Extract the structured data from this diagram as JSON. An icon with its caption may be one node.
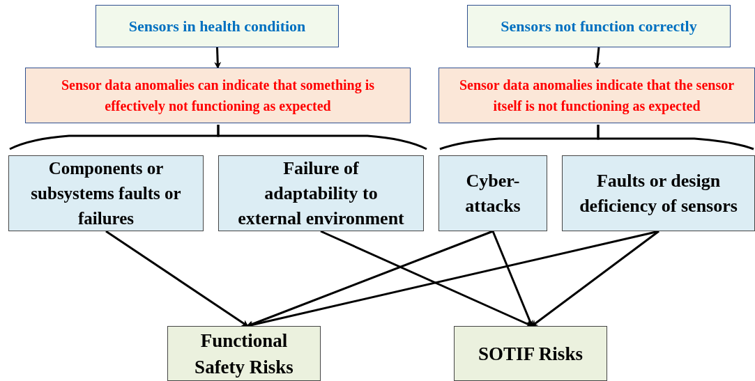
{
  "diagram": {
    "nodes": [
      {
        "text": [
          "Sensors in health condition"
        ]
      },
      {
        "text": [
          "Sensors not function correctly"
        ]
      },
      {
        "text": [
          "Sensor data anomalies can indicate that something is effectively not functioning as expected"
        ]
      },
      {
        "text": [
          "Sensor data anomalies indicate that the sensor itself is not functioning as expected"
        ]
      },
      {
        "text": [
          "Components or subsystems faults or failures"
        ]
      },
      {
        "text": [
          "Failure of adaptability to external environment"
        ]
      },
      {
        "text": [
          "Cyber-attacks"
        ]
      },
      {
        "text": [
          "Faults or design deficiency of sensors"
        ]
      },
      {
        "text": [
          "Functional Safety Risks"
        ]
      },
      {
        "text": [
          "SOTIF Risks"
        ]
      }
    ],
    "edges": [
      {
        "from": 0,
        "to": 2,
        "arrow": "to"
      },
      {
        "from": 1,
        "to": 3,
        "arrow": "to"
      },
      {
        "from": 2,
        "to": 4,
        "arrow": "none"
      },
      {
        "from": 2,
        "to": 5,
        "arrow": "none"
      },
      {
        "from": 3,
        "to": 6,
        "arrow": "none"
      },
      {
        "from": 3,
        "to": 7,
        "arrow": "none"
      },
      {
        "from": 4,
        "to": 8,
        "arrow": "to"
      },
      {
        "from": 5,
        "to": 9,
        "arrow": "to"
      },
      {
        "from": 6,
        "to": 8,
        "arrow": "to"
      },
      {
        "from": 6,
        "to": 9,
        "arrow": "to"
      },
      {
        "from": 7,
        "to": 8,
        "arrow": "to"
      },
      {
        "from": 7,
        "to": 9,
        "arrow": "to"
      }
    ]
  }
}
